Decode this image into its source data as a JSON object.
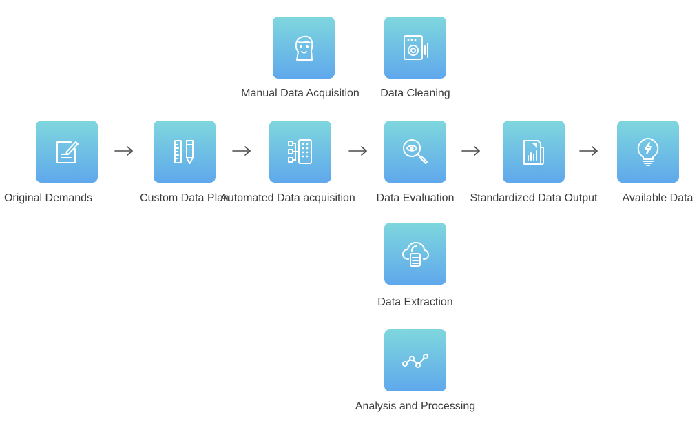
{
  "nodes": {
    "manual_acquisition": {
      "label": "Manual Data Acquisition",
      "icon": "person-face-icon"
    },
    "data_cleaning": {
      "label": "Data Cleaning",
      "icon": "speaker-device-icon"
    },
    "original_demands": {
      "label": "Original Demands",
      "icon": "note-edit-icon"
    },
    "custom_plan": {
      "label": "Custom Data Plan",
      "icon": "ruler-pencil-icon"
    },
    "automated_acquisition": {
      "label": "Automated Data acquisition",
      "icon": "hierarchy-grid-icon"
    },
    "data_evaluation": {
      "label": "Data Evaluation",
      "icon": "magnifier-eye-icon"
    },
    "standardized_output": {
      "label": "Standardized Data Output",
      "icon": "report-document-icon"
    },
    "available_data": {
      "label": "Available Data",
      "icon": "lightbulb-icon"
    },
    "data_extraction": {
      "label": "Data Extraction",
      "icon": "cloud-document-icon"
    },
    "analysis_processing": {
      "label": "Analysis and Processing",
      "icon": "line-graph-icon"
    }
  },
  "colors": {
    "tile_top": "#7fd7dd",
    "tile_bottom": "#5fa8ec",
    "icon": "#ffffff",
    "label_text": "#3a3a3a",
    "arrow": "#4a4a4a"
  }
}
